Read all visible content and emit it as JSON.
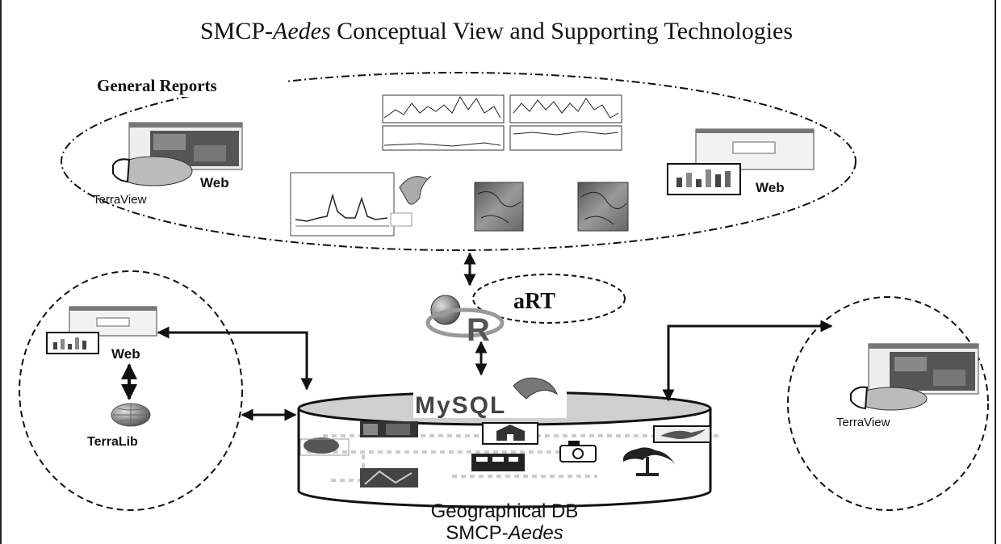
{
  "diagram": {
    "title_prefix": "SMCP-",
    "title_italic": "Aedes",
    "title_suffix": " Conceptual View and Supporting Technologies",
    "general_reports_label": "General Reports",
    "web_label": "Web",
    "terraview_label": "TerraView",
    "terralib_label": "TerraLib",
    "art_label": "aRT",
    "r_label": "R",
    "mysql_label": "MySQL",
    "db_label_line1": "Geographical DB",
    "db_label_prefix": "SMCP-",
    "db_label_italic": "Aedes"
  },
  "icons": [
    "r-globe-icon",
    "terralib-globe-icon",
    "dolphin-icon",
    "camera-icon",
    "tree-icon",
    "house-icon",
    "bird-icon",
    "bar-chart-icon",
    "map-thumbnail-icon"
  ]
}
